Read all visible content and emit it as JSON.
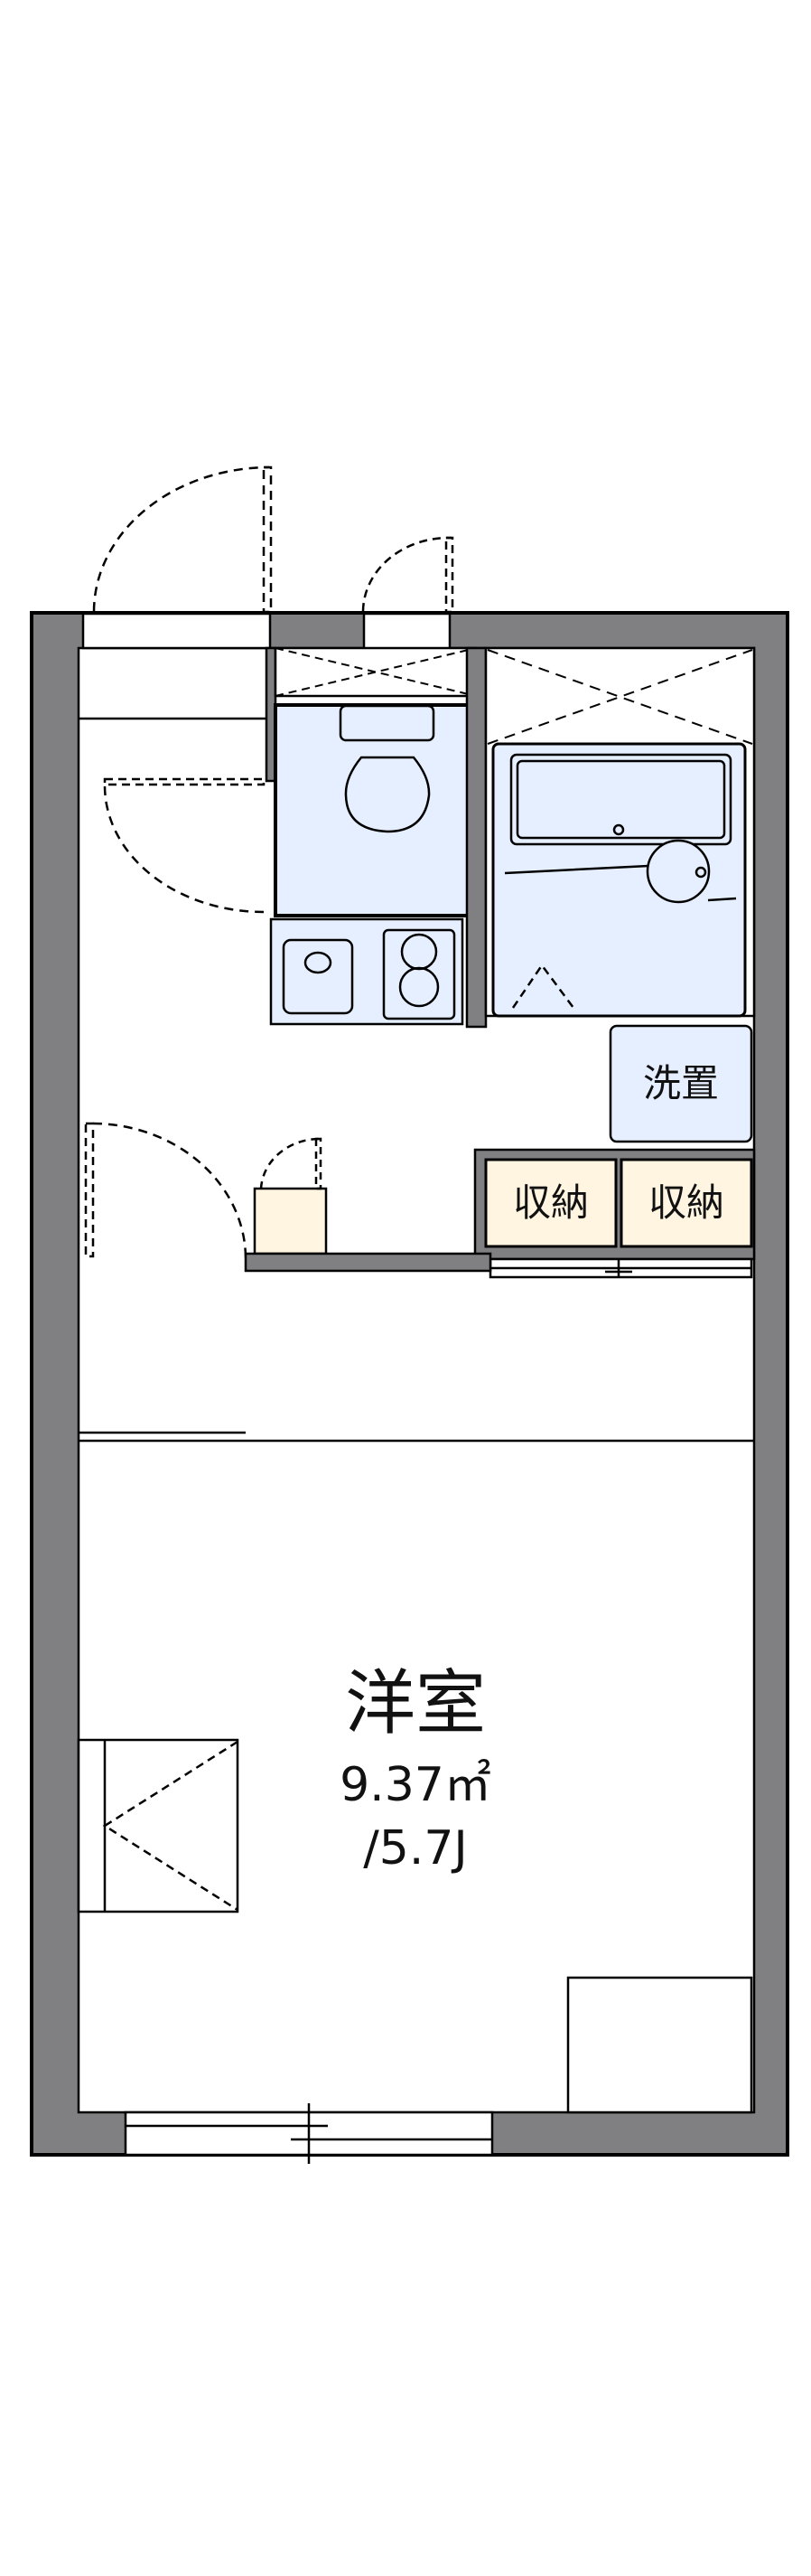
{
  "floorplan": {
    "main_room": {
      "name": "洋室",
      "area": "9.37㎡",
      "size_jo": "/5.7J"
    },
    "washer_space": {
      "label": "洗置"
    },
    "storage": [
      {
        "label": "収納"
      },
      {
        "label": "収納"
      }
    ],
    "colors": {
      "wall": "#808083",
      "wet_area": "#e6efff",
      "storage": "#fff5e1",
      "line": "#000000"
    }
  }
}
